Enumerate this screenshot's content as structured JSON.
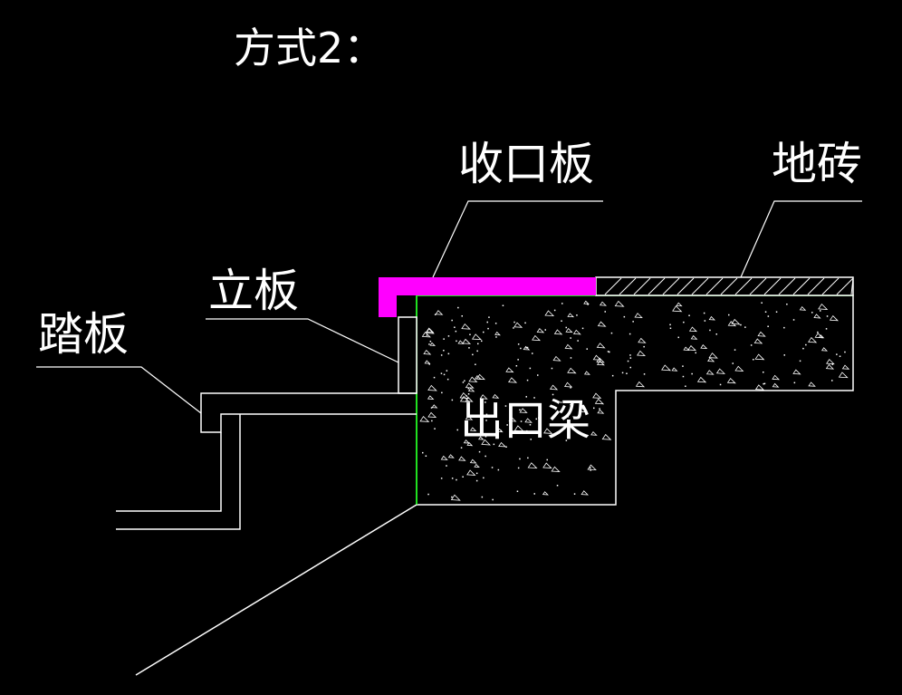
{
  "title": "方式2：",
  "labels": {
    "cap_plate": "收口板",
    "floor_tile": "地砖",
    "riser": "立板",
    "tread": "踏板",
    "exit_beam": "出口梁"
  },
  "colors": {
    "background": "#000000",
    "lines": "#ffffff",
    "cap_plate": "#ff00ff",
    "concrete_edge": "#00ff00"
  }
}
